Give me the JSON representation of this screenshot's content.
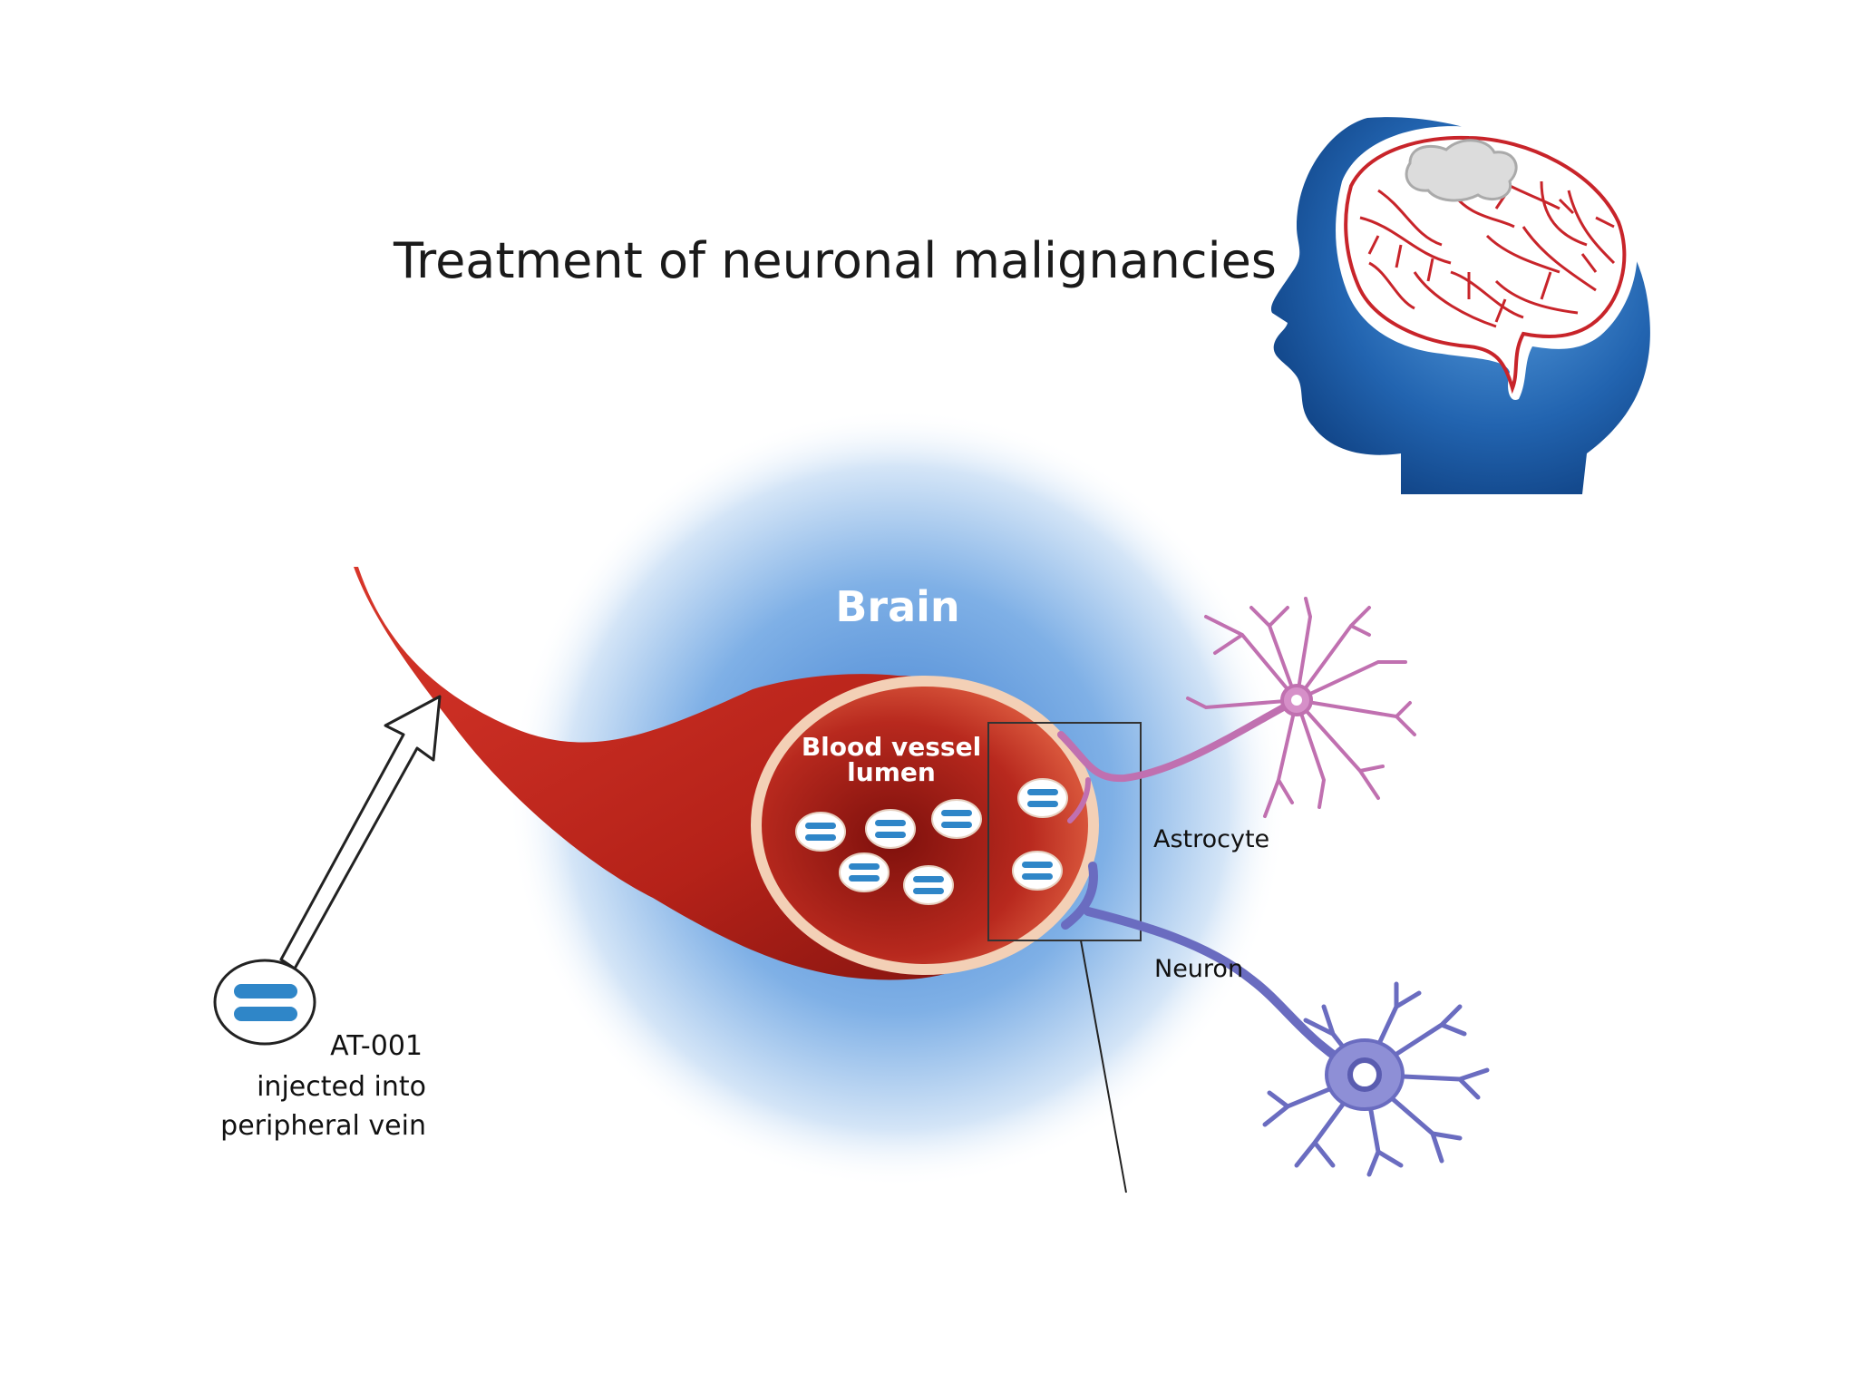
{
  "title": "Treatment of neuronal malignancies",
  "labels": {
    "brain": "Brain",
    "lumen_line1": "Blood vessel",
    "lumen_line2": "lumen",
    "astrocyte": "Astrocyte",
    "neuron": "Neuron",
    "drug_name": "AT-001",
    "drug_line2": "injected into",
    "drug_line3": "peripheral vein"
  },
  "colors": {
    "vessel_red": "#c0281e",
    "vessel_dark": "#8e1410",
    "lumen_fill": "#a8231c",
    "lumen_ring": "#f3d0b6",
    "brain_glow": "#4f8fd6",
    "head_blue": "#1e5fa8",
    "capsule_blue": "#2f86c8",
    "astrocyte_purple": "#c070b0",
    "neuron_violet": "#6a6cc0"
  },
  "icons": [
    "human-head-icon",
    "brain-vessels-icon",
    "astrocyte-icon",
    "neuron-icon",
    "drug-capsule-icon",
    "injection-arrow-icon"
  ]
}
